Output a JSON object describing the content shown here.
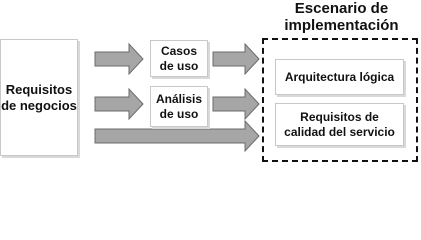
{
  "scenario": {
    "title_line1": "Escenario de",
    "title_line2": "implementación"
  },
  "boxes": {
    "requirements": {
      "line1": "Requisitos",
      "line2": "de negocios"
    },
    "use_cases": {
      "line1": "Casos",
      "line2": "de uso"
    },
    "use_case_analysis": {
      "line1": "Análisis",
      "line2": "de uso"
    },
    "logical_architecture": {
      "line1": "Arquitectura lógica"
    },
    "quality_of_service": {
      "line1": "Requisitos de",
      "line2": "calidad del servicio"
    }
  },
  "colors": {
    "arrow_fill": "#a6a6a6",
    "arrow_stroke": "#6b6b6b",
    "box_border": "#c8c8c8",
    "dashed_border": "#111111"
  }
}
